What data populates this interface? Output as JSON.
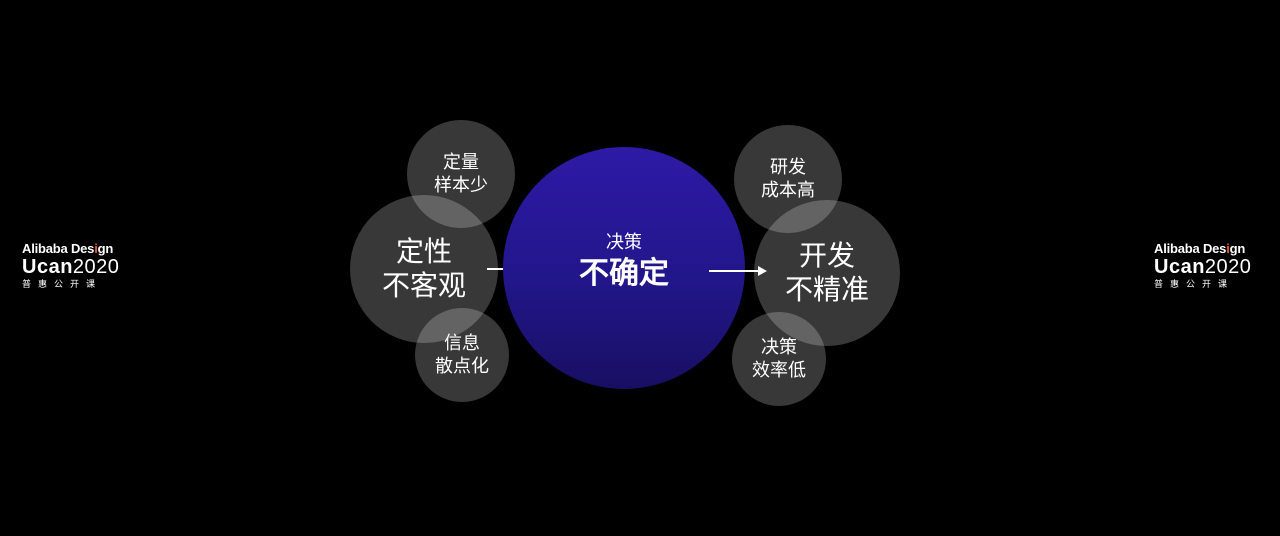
{
  "logo": {
    "brand_prefix": "Alibaba Des",
    "brand_accent": "i",
    "brand_suffix": "gn",
    "ucan": "Ucan",
    "year": "2020",
    "tagline": "普惠公开课",
    "accent_color": "#e8582a"
  },
  "left": {
    "top": {
      "line1": "定量",
      "line2": "样本少"
    },
    "main": {
      "line1": "定性",
      "line2": "不客观"
    },
    "bottom": {
      "line1": "信息",
      "line2": "散点化"
    }
  },
  "center": {
    "subtitle": "决策",
    "title": "不确定",
    "color": "#2d1aa6"
  },
  "right": {
    "top": {
      "line1": "研发",
      "line2": "成本高"
    },
    "main": {
      "line1": "开发",
      "line2": "不精准"
    },
    "bottom": {
      "line1": "决策",
      "line2": "效率低"
    }
  }
}
